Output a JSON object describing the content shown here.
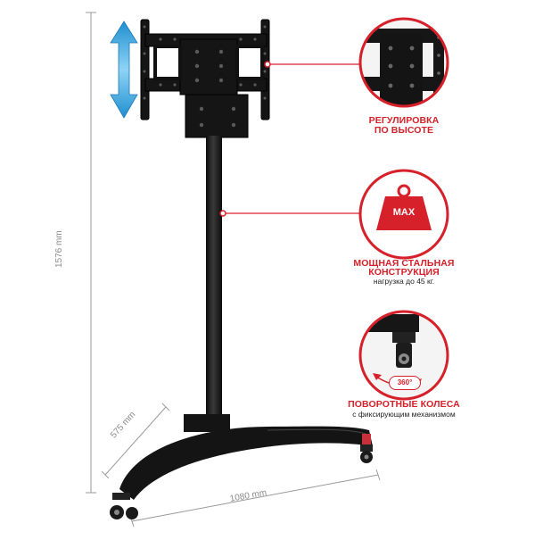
{
  "dimensions": {
    "height": "1576 mm",
    "depth": "575 mm",
    "width": "1080 mm"
  },
  "features": [
    {
      "title_line1": "РЕГУЛИРОВКА",
      "title_line2": "ПО ВЫСОТЕ",
      "subtitle": "",
      "icon": "height-adjust-icon"
    },
    {
      "title_line1": "МОЩНАЯ СТАЛЬНАЯ",
      "title_line2": "КОНСТРУКЦИЯ",
      "subtitle": "нагрузка до 45 кг.",
      "icon": "weight-max-icon"
    },
    {
      "title_line1": "ПОВОРОТНЫЕ КОЛЕСА",
      "title_line2": "",
      "subtitle": "с фиксирующим механизмом",
      "icon": "swivel-caster-icon"
    }
  ],
  "badges": {
    "weight": "MAX",
    "rotation": "360°"
  },
  "colors": {
    "accent": "#d6202a",
    "arrow": "#3aa9e0",
    "steel": "#1a1a1a",
    "dimension": "#9a9a9a"
  }
}
